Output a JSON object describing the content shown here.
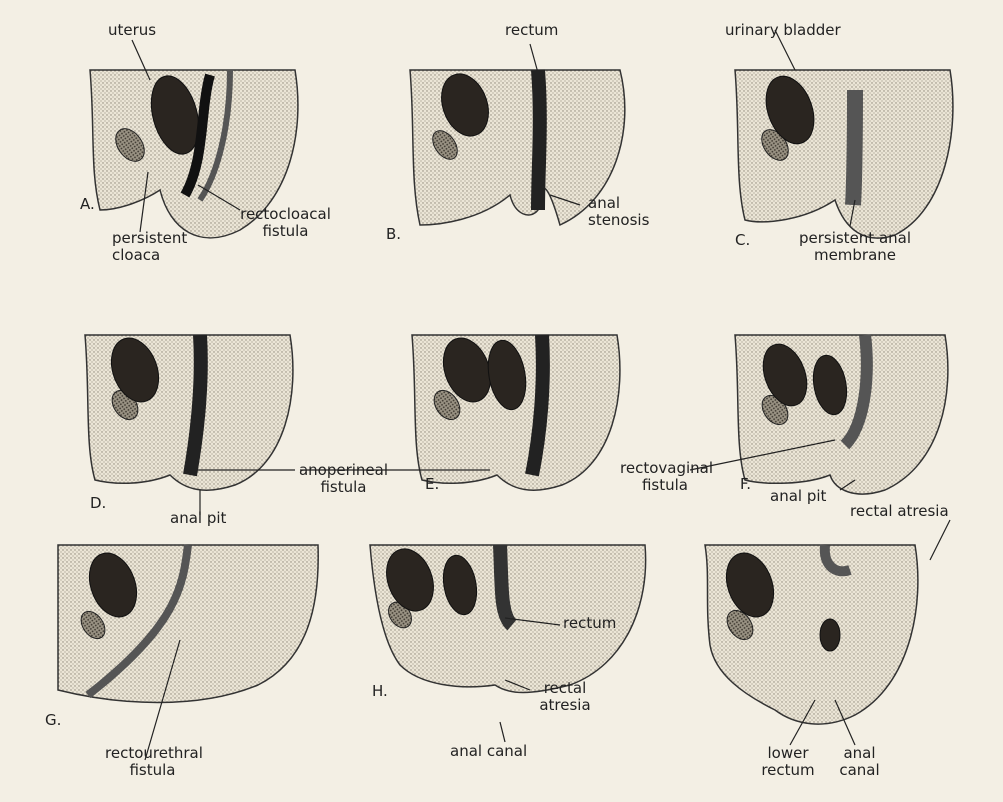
{
  "figure": {
    "panels": [
      {
        "letter": "A.",
        "labels": {
          "uterus": "uterus",
          "cloaca": "persistent cloaca",
          "fistula": "rectocloacal fistula"
        }
      },
      {
        "letter": "B.",
        "labels": {
          "rectum": "rectum",
          "stenosis": "anal stenosis"
        }
      },
      {
        "letter": "C.",
        "labels": {
          "bladder": "urinary bladder",
          "membrane": "persistent anal membrane"
        }
      },
      {
        "letter": "D.",
        "labels": {
          "pit": "anal pit"
        }
      },
      {
        "letter": "E.",
        "labels": {
          "fistula": "anoperineal fistula"
        }
      },
      {
        "letter": "F.",
        "labels": {
          "fistula": "rectovaginal fistula",
          "pit": "anal pit"
        }
      },
      {
        "letter": "G.",
        "labels": {
          "fistula": "rectourethral fistula"
        }
      },
      {
        "letter": "H.",
        "labels": {
          "rectum": "rectum",
          "atresia": "rectal atresia",
          "canal": "anal canal"
        }
      },
      {
        "letter": "",
        "labels": {
          "atresia": "rectal atresia",
          "lower": "lower rectum",
          "canal": "anal canal"
        }
      }
    ],
    "colors": {
      "paper": "#f3efe4",
      "ink": "#222222",
      "stipple": "#7a7468",
      "dark": "#2a2520"
    }
  }
}
